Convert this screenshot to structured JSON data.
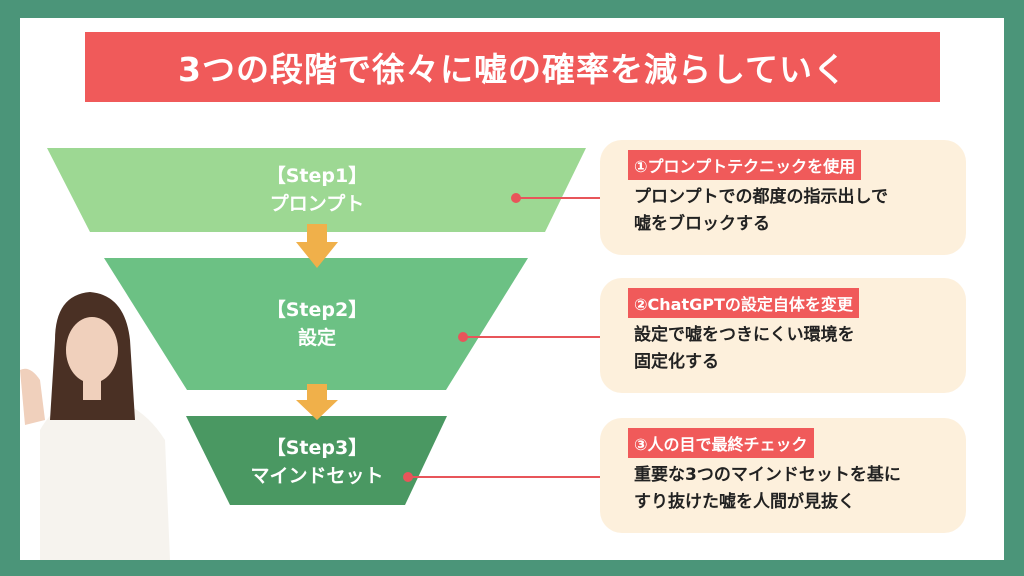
{
  "title": "3つの段階で徐々に嘘の確率を減らしていく",
  "colors": {
    "background": "#4b9579",
    "accent": "#f05a5a",
    "step1": "#9dd893",
    "step2": "#6cc184",
    "step3": "#4a9862",
    "arrow": "#f0b04a",
    "box": "#fdf0dc"
  },
  "steps": [
    {
      "label": "【Step1】",
      "name": "プロンプト",
      "tag": "①プロンプトテクニックを使用",
      "desc1": "プロンプトでの都度の指示出しで",
      "desc2": "嘘をブロックする"
    },
    {
      "label": "【Step2】",
      "name": "設定",
      "tag": "②ChatGPTの設定自体を変更",
      "desc1": "設定で嘘をつきにくい環境を",
      "desc2": "固定化する"
    },
    {
      "label": "【Step3】",
      "name": "マインドセット",
      "tag": "③人の目で最終チェック",
      "desc1": "重要な3つのマインドセットを基に",
      "desc2": "すり抜けた嘘を人間が見抜く"
    }
  ]
}
